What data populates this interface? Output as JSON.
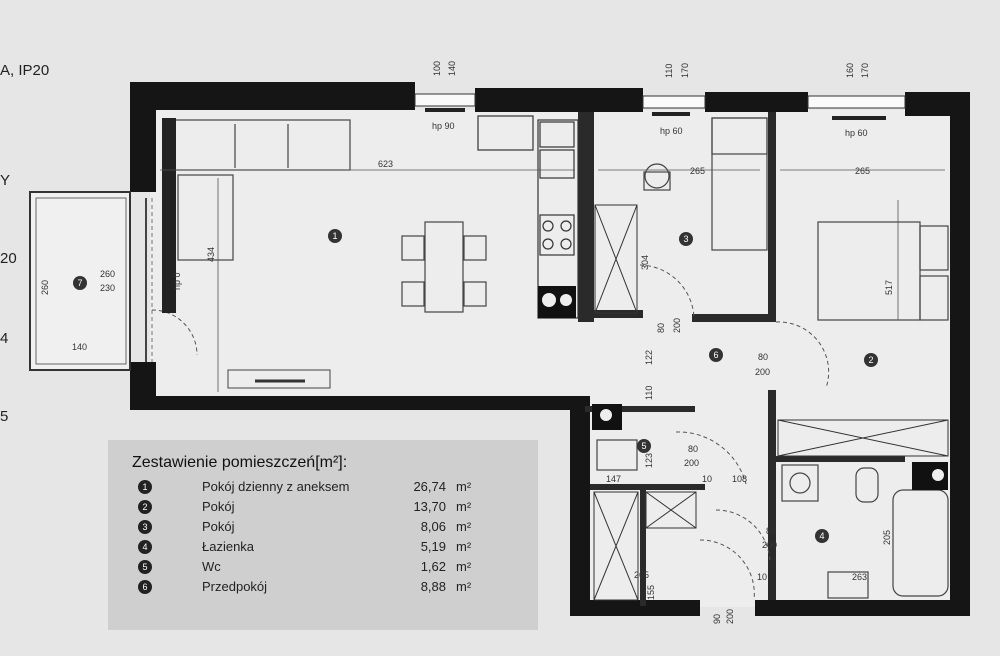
{
  "side_labels": [
    "A, IP20",
    "Y",
    "20",
    "4",
    "5"
  ],
  "window_dims": [
    {
      "a": "100",
      "b": "140"
    },
    {
      "a": "110",
      "b": "170"
    },
    {
      "a": "160",
      "b": "170"
    }
  ],
  "window_heights": [
    "hp 90",
    "hp 60",
    "hp 60"
  ],
  "balcony": {
    "marker": "7",
    "w1": "260",
    "w2": "230",
    "depth": "260",
    "len": "140",
    "hp": "hp 0"
  },
  "dimensions": {
    "living_w": "623",
    "living_h": "434",
    "room3_w": "265",
    "room3_h": "304",
    "room2_w": "265",
    "room2_h": "517",
    "door_80": "80",
    "door_200": "200",
    "hall_v": "122",
    "hall_v2": "8",
    "small_110": "110",
    "wc_123": "123",
    "wc_147": "147",
    "wc_10": "10",
    "wc_108": "108",
    "bath_205": "205",
    "bath_263": "263",
    "bath_10": "10",
    "bottom_265": "265",
    "bottom_155": "155",
    "bottom_90": "90",
    "bottom_200": "200"
  },
  "room_markers": [
    "1",
    "2",
    "3",
    "4",
    "5",
    "6"
  ],
  "legend": {
    "title": "Zestawienie pomieszczeń[m²]:",
    "rooms": [
      {
        "no": "1",
        "name": "Pokój dzienny z aneksem",
        "area": "26,74",
        "unit": "m²"
      },
      {
        "no": "2",
        "name": "Pokój",
        "area": "13,70",
        "unit": "m²"
      },
      {
        "no": "3",
        "name": "Pokój",
        "area": "8,06",
        "unit": "m²"
      },
      {
        "no": "4",
        "name": "Łazienka",
        "area": "5,19",
        "unit": "m²"
      },
      {
        "no": "5",
        "name": "Wc",
        "area": "1,62",
        "unit": "m²"
      },
      {
        "no": "6",
        "name": "Przedpokój",
        "area": "8,88",
        "unit": "m²"
      }
    ]
  }
}
